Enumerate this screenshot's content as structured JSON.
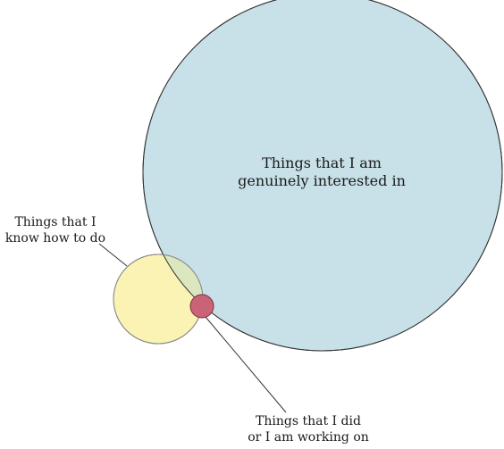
{
  "diagram": {
    "sets": [
      {
        "id": "interest",
        "label_lines": [
          "Things that I am",
          "genuinely interested in"
        ],
        "fill": "#c8e0e8",
        "stroke": "#333333"
      },
      {
        "id": "know",
        "label_lines": [
          "Things that I",
          "know how to do"
        ],
        "fill": "#fbf3b3",
        "stroke": "#8a8a8a"
      },
      {
        "id": "did",
        "label_lines": [
          "Things that I did",
          "or I am working on"
        ],
        "fill": "#c96377",
        "stroke": "#7a3040"
      }
    ],
    "overlap_fill": "#dce7c0"
  }
}
